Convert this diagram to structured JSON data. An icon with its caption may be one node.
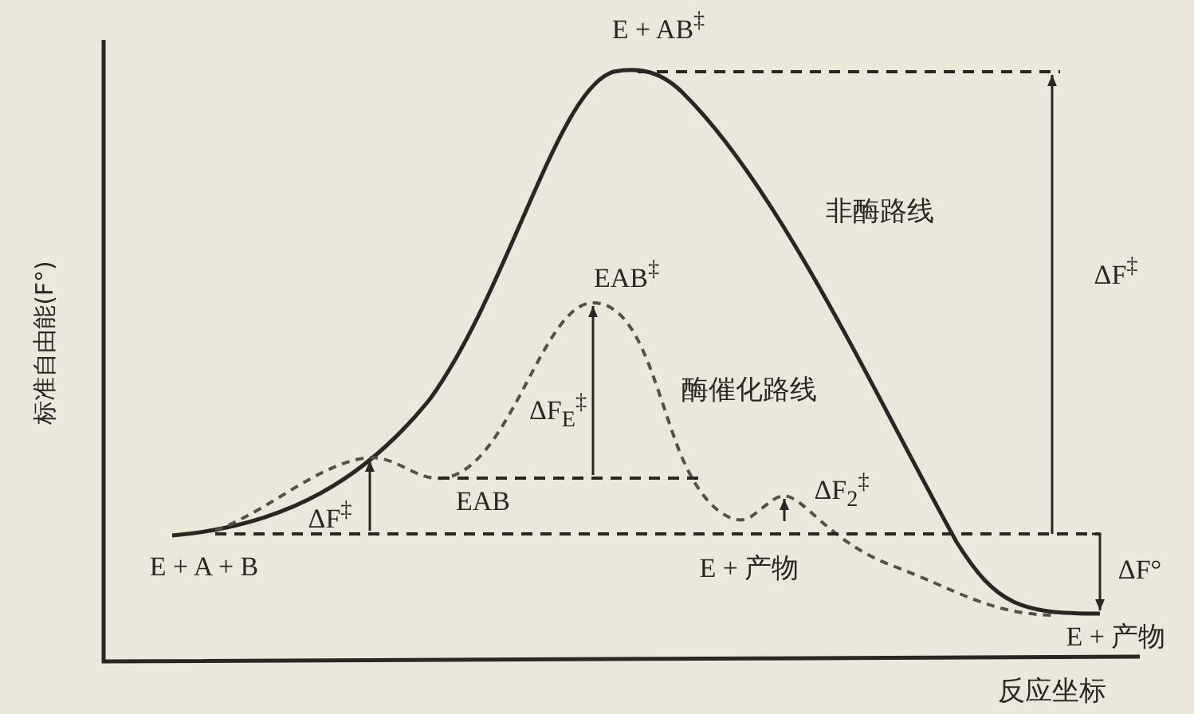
{
  "diagram": {
    "labels": [
      "E + AB$^{‡}$",
      "非酶路线",
      "EAB$^{‡}$",
      "ΔF$^{‡}$",
      "酶催化路线",
      "ΔF$_{E}$$^{‡}$",
      "ΔF$_{2}$$^{‡}$",
      "ΔF$^{‡}$",
      "EAB",
      "E + A + B",
      "E + 产物",
      "ΔF°",
      "E + 产物",
      "标准自由能(F°)",
      "反应坐标"
    ]
  }
}
